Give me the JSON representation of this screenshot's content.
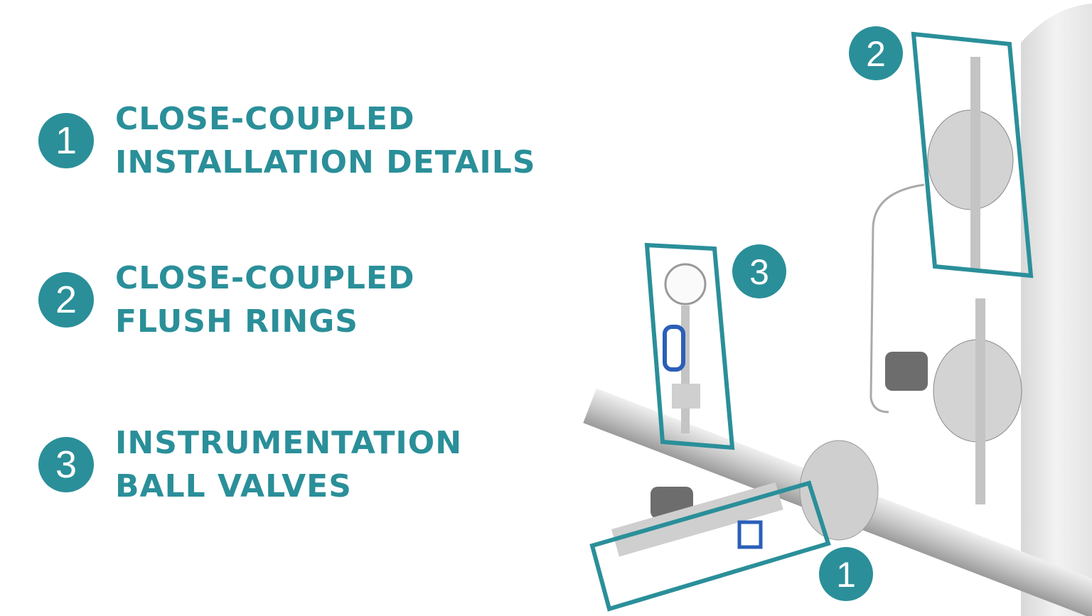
{
  "accent_color": "#2a8f99",
  "items": [
    {
      "number": "1",
      "lines": [
        "CLOSE-COUPLED",
        "INSTALLATION DETAILS"
      ]
    },
    {
      "number": "2",
      "lines": [
        "CLOSE-COUPLED",
        "FLUSH RINGS"
      ]
    },
    {
      "number": "3",
      "lines": [
        "INSTRUMENTATION",
        "BALL VALVES"
      ]
    }
  ],
  "callouts": [
    "1",
    "2",
    "3"
  ]
}
